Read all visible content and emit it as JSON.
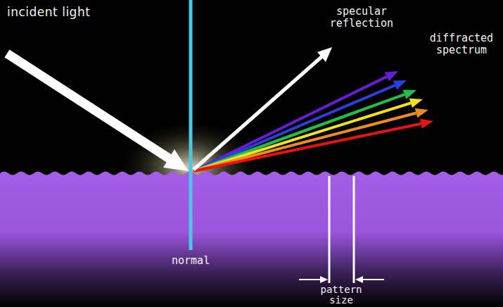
{
  "diagram": {
    "labels": [
      "incident light",
      "specular reflection",
      "diffracted spectrum",
      "normal",
      "pattern size"
    ]
  }
}
